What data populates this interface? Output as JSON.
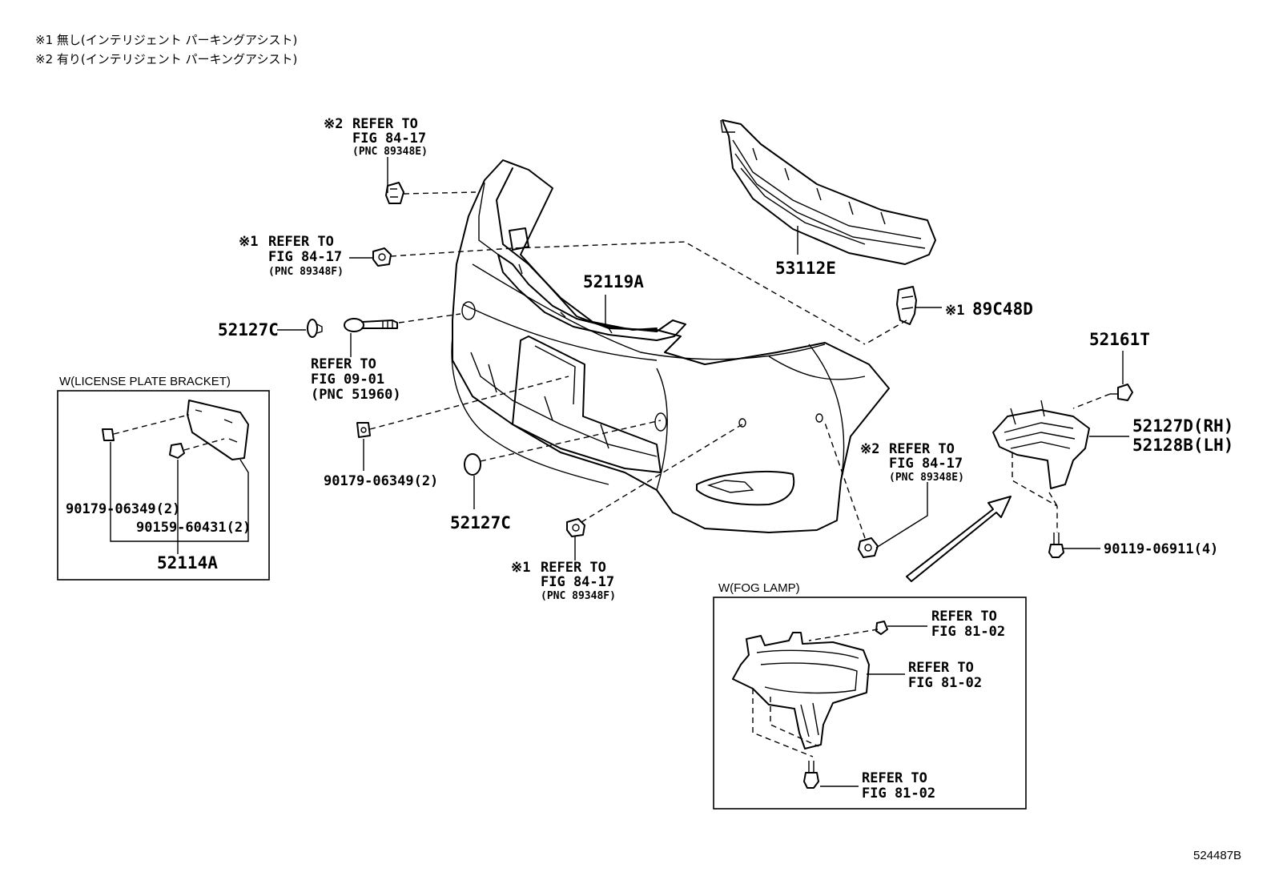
{
  "notes": {
    "n1": "※1 無し(インテリジェント パーキングアシスト)",
    "n2": "※2 有り(インテリジェント パーキングアシスト)"
  },
  "callouts": {
    "ref_8417_e_top": {
      "marker": "※2",
      "line1": "REFER TO",
      "line2": "FIG 84-17",
      "pnc": "(PNC 89348E)"
    },
    "ref_8417_f_left": {
      "marker": "※1",
      "line1": "REFER TO",
      "line2": "FIG 84-17",
      "pnc": "(PNC 89348F)"
    },
    "ref_0901": {
      "line1": "REFER TO",
      "line2": "FIG 09-01",
      "pnc": "(PNC 51960)"
    },
    "ref_8417_e_right": {
      "marker": "※2",
      "line1": "REFER TO",
      "line2": "FIG 84-17",
      "pnc": "(PNC 89348E)"
    },
    "ref_8417_f_bottom": {
      "marker": "※1",
      "line1": "REFER TO",
      "line2": "FIG 84-17",
      "pnc": "(PNC 89348F)"
    }
  },
  "parts": {
    "p52119A": "52119A",
    "p53112E": "53112E",
    "p89C48D": "89C48D",
    "p89C48D_marker": "※1",
    "p52127C_left": "52127C",
    "p52127C_bottom": "52127C",
    "p52161T": "52161T",
    "p52127D": "52127D(RH)",
    "p52128B": "52128B(LH)",
    "p90179_main": "90179-06349(2)",
    "p90119": "90119-06911(4)"
  },
  "license_box": {
    "title": "W(LICENSE PLATE BRACKET)",
    "p90179": "90179-06349(2)",
    "p90159": "90159-60431(2)",
    "p52114A": "52114A"
  },
  "fog_box": {
    "title": "W(FOG LAMP)",
    "ref_a": {
      "line1": "REFER TO",
      "line2": "FIG 81-02"
    },
    "ref_b": {
      "line1": "REFER TO",
      "line2": "FIG 81-02"
    },
    "ref_c": {
      "line1": "REFER TO",
      "line2": "FIG 81-02"
    }
  },
  "diagram_id": "524487B"
}
